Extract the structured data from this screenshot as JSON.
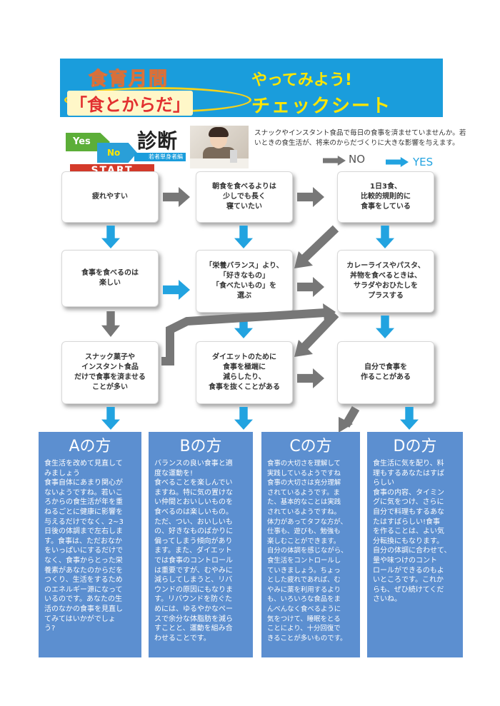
{
  "banner": {
    "title1": "食育月間",
    "title2": "「食とからだ」",
    "title3": "やってみよう!",
    "title4": "チェックシート"
  },
  "logo": {
    "yes": "Yes",
    "no": "No",
    "shindan": "診断",
    "subtitle": "若者単身者編",
    "start": "START"
  },
  "intro_text": "スナックやインスタント食品で毎日の食事を済ませていませんか。若いときの食生活が、将来のからだづくりに大きな影響を与えます。",
  "legend": {
    "no": "NO",
    "yes": "YES"
  },
  "questions": {
    "q1": "疲れやすい",
    "q2": "朝食を食べるよりは\n少しでも長く\n寝ていたい",
    "q3": "1日3食、\n比較的規則的に\n食事をしている",
    "q4": "食事を食べるのは\n楽しい",
    "q5": "「栄養バランス」より、\n「好きなもの」\n「食べたいもの」を\n選ぶ",
    "q6": "カレーライスやパスタ、\n丼物を食べるときは、\nサラダやおひたしを\nプラスする",
    "q7": "スナック菓子や\nインスタント食品\nだけで食事を済ませる\nことが多い",
    "q8": "ダイエットのために\n食事を極端に\n減らしたり、\n食事を抜くことがある",
    "q9": "自分で食事を\n作ることがある"
  },
  "results": [
    {
      "title": "Aの方",
      "text": "食生活を改めて見直して\nみましょう\n食事自体にあまり関心が\nないようですね。若いこ\nろからの食生活が年を重\nねるごとに健康に影響を\n与えるだけでなく、2~3\n日後の体調まで左右しま\nす。食事は、ただおなか\nをいっぱいにするだけで\nなく、食事からとった栄\n養素があなたのからだを\nつくり、生活をするため\nのエネルギー源になって\nいるのです。あなたの生\n活のなかの食事を見直し\nてみてはいかがでしょ\nう?"
    },
    {
      "title": "Bの方",
      "text": "バランスの良い食事と適\n度な運動を!\n食べることを楽しんでい\nますね。特に気の置けな\nい仲間とおいしいものを\n食べるのは楽しいもの。\nただ、つい、おいしいも\nの、好きなものばかりに\n偏ってしまう傾向があり\nます。また、ダイエット\nでは食事のコントロール\nは重要ですが、むやみに\n減らしてしまうと、リバ\nウンドの原因にもなりま\nす。リバウンドを防ぐた\nめには、ゆるやかなペー\nスで余分な体脂肪を減ら\nすことと、運動を組み合\nわせることです。"
    },
    {
      "title": "Cの方",
      "text": "食事の大切さを理解して\n実践しているようですね\n食事の大切さは充分理解\nされているようです。ま\nた、基本的なことは実践\nされているようですね。\n体力があってタフな方が、\n仕事も、遊びも、勉強も\n楽しむことができます。\n自分の体調を感じながら、\n食生活をコントロールし\nていきましょう。ちょっ\nとした疲れであれば、む\nやみに薬を利用するより\nも、いろいろな食品をま\nんべんなく食べるように\n気をつけて、睡眠をとる\nことにより、十分回復で\nきることが多いものです。"
    },
    {
      "title": "Dの方",
      "text": "食生活に気を配り、料\n理もするあなたはすば\nらしい\n食事の内容、タイミン\nグに気をつけ、さらに\n自分で料理もするあな\nたはすばらしい!食事\nを作ることは、よい気\n分転換にもなります。\n自分の体調に合わせて、\n量や味つけのコント\nロールができるのもよ\nいところです。これか\nらも、ぜひ続けてくだ\nさいね。"
    }
  ],
  "colors": {
    "banner": "#1a9ddc",
    "yes_arrow": "#22a3e0",
    "no_arrow": "#777777",
    "result_panel": "#5c8fd0",
    "start": "#d43a2a"
  }
}
